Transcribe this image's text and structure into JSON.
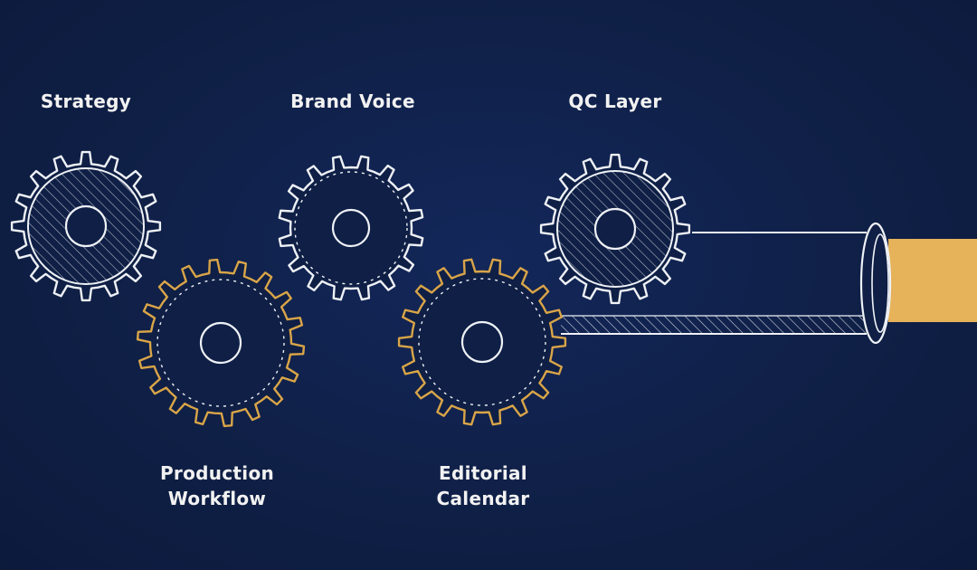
{
  "labels": {
    "strategy": "Strategy",
    "brand_voice": "Brand Voice",
    "qc_layer": "QC Layer",
    "production": [
      "Production",
      "Workflow"
    ],
    "editorial": [
      "Editorial",
      "Calendar"
    ]
  },
  "colors": {
    "background": "#0f1f45",
    "white_line": "#eef1f6",
    "gold_line": "#d9a548",
    "gold_fill": "#e6b25a"
  },
  "icons": {
    "top_gears": "white-gear-icon",
    "bottom_gears": "gold-gear-icon",
    "output": "pipe-icon"
  }
}
